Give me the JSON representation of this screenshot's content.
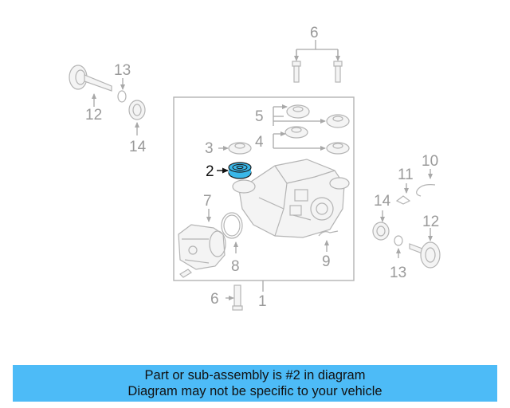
{
  "diagram": {
    "highlight_color": "#3ab7e8",
    "highlighted_label": "2",
    "labels": {
      "l1": "1",
      "l2": "2",
      "l3": "3",
      "l4": "4",
      "l5": "5",
      "l6_top": "6",
      "l6_bottom": "6",
      "l7": "7",
      "l8": "8",
      "l9": "9",
      "l10": "10",
      "l11": "11",
      "l12_left": "12",
      "l12_right": "12",
      "l13_left": "13",
      "l13_right": "13",
      "l14_left": "14",
      "l14_right": "14"
    }
  },
  "caption": {
    "line1": "Part or sub-assembly is #2 in diagram",
    "line2": "Diagram may not be specific to your vehicle"
  }
}
